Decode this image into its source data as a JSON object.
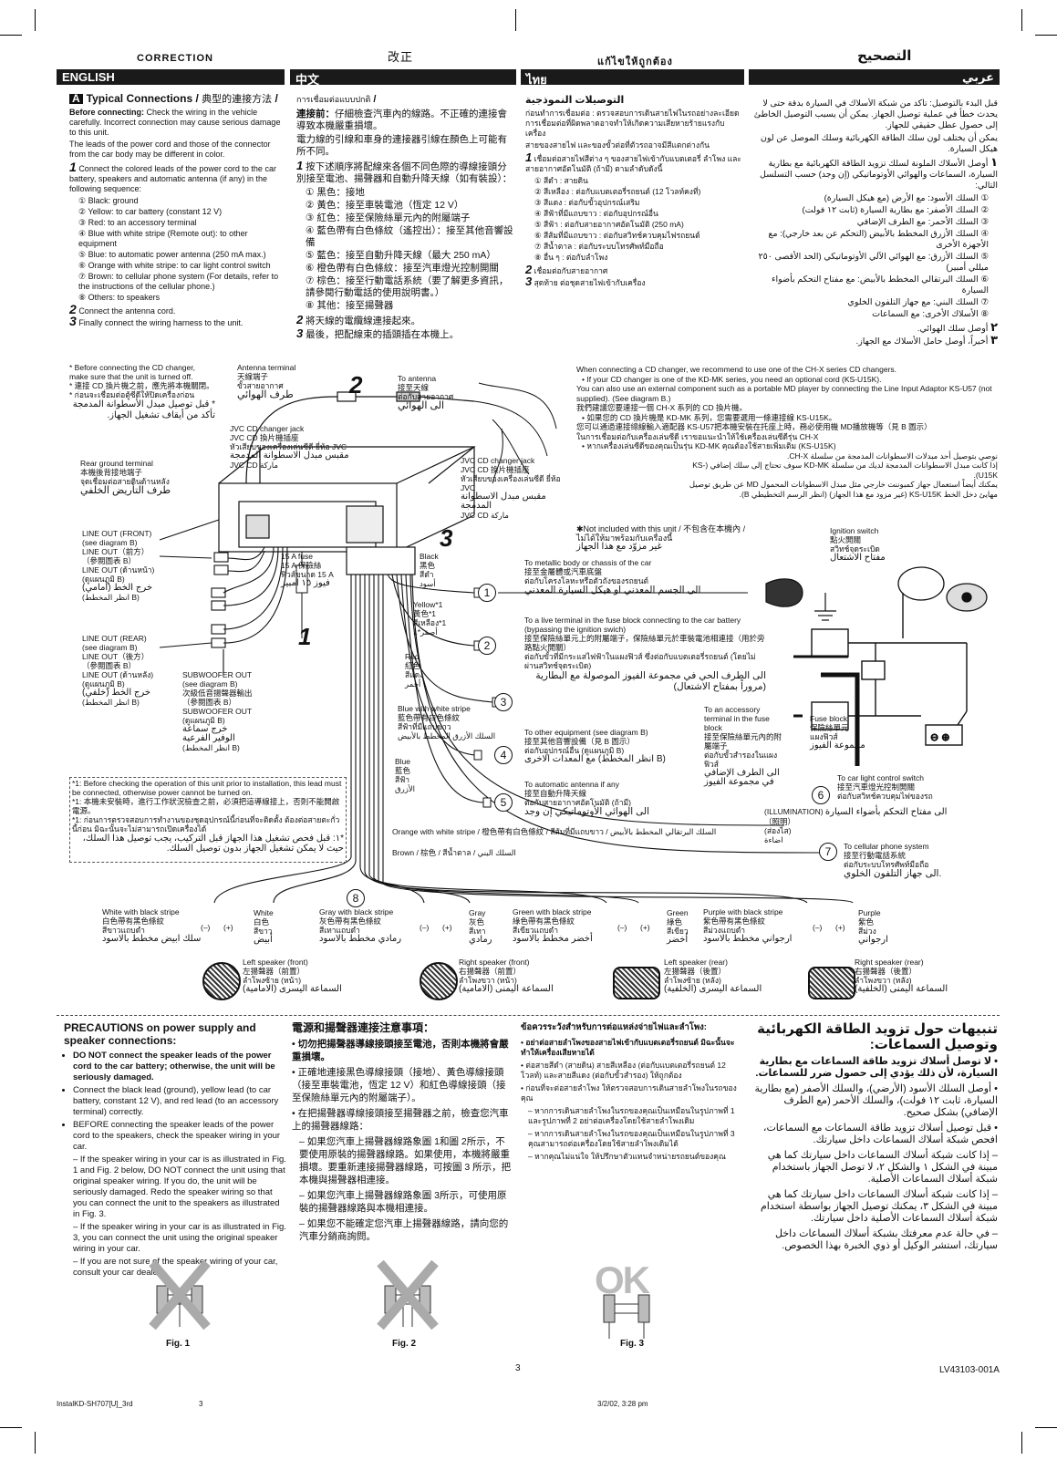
{
  "header": {
    "correction_en": "CORRECTION",
    "correction_zh": "改正",
    "correction_th": "แก้ไขให้ถูกต้อง",
    "correction_ar": "التصحيح"
  },
  "lang_tabs": [
    "ENGLISH",
    "中文",
    "ไทย",
    "عربي"
  ],
  "english": {
    "tag": "A",
    "title": "Typical Connections",
    "title_zh": "典型的連接方法",
    "title_th": "การเชื่อมต่อแบบปกติ",
    "title_ar": "التوصيلات النموذجية",
    "before_bold": "Before connecting:",
    "before_text": " Check the wiring in the vehicle carefully. Incorrect connection may cause serious damage to this unit.",
    "leads_text": "The leads of the power cord and those of the connector from the car body may be different in color.",
    "step1": "Connect the colored leads of the power cord to the car battery, speakers and automatic antenna (if any) in the following sequence:",
    "leads": [
      "① Black: ground",
      "② Yellow: to car battery (constant 12 V)",
      "③ Red: to an accessory terminal",
      "④ Blue with white stripe (Remote out): to other equipment",
      "⑤ Blue: to automatic power antenna (250 mA max.)",
      "⑥ Orange with white stripe: to car light control switch",
      "⑦ Brown: to cellular phone system (For details, refer to the instructions of the cellular phone.)",
      "⑧ Others: to speakers"
    ],
    "step2": "Connect the antenna cord.",
    "step3": "Finally connect the wiring harness to the unit."
  },
  "chinese": {
    "before_bold": "連接前：",
    "before_text": "仔細檢查汽車內的線路。不正確的連接會導致本機嚴重損壞。",
    "leads_text": "電力線的引線和車身的連接器引線在顏色上可能有所不同。",
    "step1": "按下述順序將配線來各個不同色際的導線接頭分別接至電池、揚聲器和自動升降天線（如有裝設）：",
    "leads": [
      "① 黑色：接地",
      "② 黃色：接至車裝電池（恆定 12 V）",
      "③ 紅色：接至保險絲單元內的附屬端子",
      "④ 藍色帶有白色條紋（遙控出）：接至其他音響設備",
      "⑤ 藍色：接至自動升降天線（最大 250 mA）",
      "⑥ 橙色帶有白色條紋：接至汽車燈光控制開關",
      "⑦ 棕色：接至行動電話系統（要了解更多資訊，請參閱行動電話的使用說明書。）",
      "⑧ 其他：接至揚聲器"
    ],
    "step2": "將天線的電纜線連接起來。",
    "step3": "最後，把配線束的插頭插在本機上。"
  },
  "thai": {
    "before": "ก่อนทำการเชื่อมต่อ : ตรวจสอบการเดินสายไฟในรถอย่างละเอียด การเชื่อมต่อที่ผิดพลาดอาจทำให้เกิดความเสียหายร้ายแรงกับเครื่อง",
    "leads_text": "สายของสายไฟ และของขั้วต่อที่ตัวรถอาจมีสีแตกต่างกัน",
    "step1": "เชื่อมต่อสายไฟสีต่าง ๆ ของสายไฟเข้ากับแบตเตอรี่ ลำโพง และสายอากาศอัตโนมัติ (ถ้ามี) ตามลำดับดังนี้",
    "leads": [
      "① สีดำ : สายดิน",
      "② สีเหลือง : ต่อกับแบตเตอรี่รถยนต์ (12 โวลท์คงที่)",
      "③ สีแดง : ต่อกับขั้วอุปกรณ์เสริม",
      "④ สีฟ้าที่มีแถบขาว : ต่อกับอุปกรณ์อื่น",
      "⑤ สีฟ้า : ต่อกับสายอากาศอัตโนมัติ (250 mA)",
      "⑥ สีส้มที่มีแถบขาว : ต่อกับสวิทช์ควบคุมไฟรถยนต์",
      "⑦ สีน้ำตาล : ต่อกับระบบโทรศัพท์มือถือ",
      "⑧ อื่น ๆ : ต่อกับลำโพง"
    ],
    "step2": "เชื่อมต่อกับสายอากาศ",
    "step3": "สุดท้าย ต่อชุดสายไฟเข้ากับเครื่อง"
  },
  "arabic": {
    "before": "قبل البدء بالتوصيل: تأكد من شبكة الأسلاك في السيارة بدقة حتى لا يحدث خطأ في عملية توصيل الجهاز. يمكن أن يسبب التوصيل الخاطئ إلى حصول عطل حقيقي للجهاز.",
    "leads_text": "يمكن أن يختلف لون سلك الطاقة الكهربائية وسلك الموصل عن لون هيكل السيارة.",
    "step1": "أوصل الأسلاك الملونة لسلك تزويد الطاقة الكهربائية مع بطارية السيارة، السماعات والهوائي الأوتوماتيكي (إن وجد) حسب التسلسل التالي:",
    "leads": [
      "① السلك الأسود: مع الأرض (مع هيكل السيارة)",
      "② السلك الأصفر: مع بطارية السيارة (ثابت ١٢ فولت)",
      "③ السلك الأحمر: مع الطرف الإضافي",
      "④ السلك الأزرق المخطط بالأبيض (التحكم عن بعد خارجي): مع الأجهزة الأخرى",
      "⑤ السلك الأزرق: مع الهوائي الآلي الأوتوماتيكي (الحد الأقصى ٢٥٠ ميللي أمبير)",
      "⑥ السلك البرتقالي المخطط بالأبيض: مع مفتاح التحكم بأضواء السيارة",
      "⑦ السلك البني: مع جهاز التلفون الخلوي",
      "⑧ الأسلاك الأخرى: مع السماعات"
    ],
    "step2": "أوصل سلك الهوائي.",
    "step3": "أخيراً، أوصل حامل الأسلاك مع الجهاز."
  },
  "cd_note": {
    "en": "* Before connecting the CD changer, make sure that the unit is turned off.",
    "zh": "* 連接 CD 換片機之前，應先將本機關閉。",
    "th": "* ก่อนจะเชื่อมต่อตู้ซีดีให้ปิดเครื่องก่อน",
    "ar": "* قبل توصيل مبدل الأسطوانة المدمجة تأكد من أيقاف تشغيل الجهاز."
  },
  "cd_changer_box": {
    "en1": "When connecting a CD changer, we recommend to use one of the CH-X series CD changers.",
    "en2": "• If your CD changer is one of the KD-MK series, you need an optional cord (KS-U15K).",
    "en3": "You can also use an external component such as a portable MD player by connecting the Line Input Adaptor KS-U57 (not supplied). (See diagram B.)",
    "zh1": "我們建議您要連接一個 CH-X 系列的 CD 換片機。",
    "zh2": "• 如果您的 CD 換片機是 KD-MK 系列，您需要選用一條連接線 KS-U15K。",
    "zh3": "您可以通過連接總線輸入適配器 KS-U57把本機安裝在托座上時，務必使用機 MD播放機等（見 B 圖示）",
    "th1": "ในการเชื่อมต่อกับเครื่องเล่นซีดี เราขอแนะนำให้ใช้เครื่องเล่นซีดีรุ่น CH-X",
    "th2": "• หากเครื่องเล่นซีดีของคุณเป็นรุ่น KD-MK คุณต้องใช้สายเพิ่มเติม (KS-U15K)",
    "ar1": "نوصي بتوصيل أحد مبدلات الاسطوانات المدمجة من سلسلة CH-X.",
    "ar2": "إذا كانت مبدل الاسطوانات المدمجة لديك من سلسلة KD-MK سوف تحتاج إلى سلك إضافي (KS-U15K).",
    "ar3": "يمكنك أيضاً استعمال جهاز كمبوننت خارجي مثل مبدل الاسطوانات المحمول MD عن طريق توصيل مهايئ دخل الخط KS-U15K (غير مزود مع هذا الجهاز) (انظر الرسم التخطيطي B)."
  },
  "not_included": {
    "en": "✱Not included with this unit",
    "zh": "不包含在本機內",
    "th": "ไม่ได้ให้มาพร้อมกับเครื่องนี้",
    "ar": "غير مزوّد مع هذا الجهاز"
  },
  "diagram": {
    "antenna_terminal": "Antenna terminal",
    "antenna_terminal_zh": "天線端子",
    "antenna_terminal_th": "ขั้วสายอากาศ",
    "antenna_terminal_ar": "طرف الهوائي",
    "to_antenna": "To antenna",
    "to_antenna_zh": "接至天線",
    "to_antenna_th": "ต่อกับสายอากาศ",
    "to_antenna_ar": "الى الهوائي",
    "cd_jack": "JVC CD changer jack",
    "cd_jack_zh": "JVC CD 換片機插座",
    "cd_jack_th": "หัวเสียบของเครื่องเล่นซีดี ยี่ห้อ JVC",
    "cd_jack_ar": "مقبس مبدل الاسطوانة المدمجة",
    "cd_jack_ar2": "JVC CD ماركة",
    "rear_ground": "Rear ground terminal",
    "rear_ground_zh": "本機後背接地端子",
    "rear_ground_th": "จุดเชื่อมต่อสายดินด้านหลัง",
    "rear_ground_ar": "طرف التأريض الخلفي",
    "line_out_front": "LINE OUT (FRONT)",
    "line_out_front_sub": "(see diagram B)",
    "line_out_front_zh": "LINE OUT（前方）",
    "line_out_front_zh2": "（參閱圖表 B）",
    "line_out_front_th": "LINE OUT (ด้านหน้า)",
    "line_out_front_th2": "(ดูแผนภูมิ B)",
    "line_out_front_ar": "خرج الخط (أمامي)",
    "line_out_front_ar2": "(انظر المخطط B)",
    "line_out_rear": "LINE OUT (REAR)",
    "line_out_rear_sub": "(see diagram B)",
    "line_out_rear_zh": "LINE OUT（後方）",
    "line_out_rear_zh2": "（參閱圖表 B）",
    "line_out_rear_th": "LINE OUT (ด้านหลัง)",
    "line_out_rear_th2": "(ดูแผนภูมิ B)",
    "line_out_rear_ar": "خرج الخط (خلفي)",
    "line_out_rear_ar2": "(انظر المخطط B)",
    "subwoofer": "SUBWOOFER OUT",
    "subwoofer_sub": "(see diagram B)",
    "subwoofer_zh": "次級低音揚聲器輸出",
    "subwoofer_zh2": "（參閱圖表 B）",
    "subwoofer_th": "SUBWOOFER OUT",
    "subwoofer_th2": "(ดูแผนภูมิ B)",
    "subwoofer_ar": "خرج سماعة",
    "subwoofer_ar2": "الوفير الفرعية",
    "subwoofer_ar3": "(انظر المخطط B)",
    "fuse": "15 A fuse",
    "fuse_zh": "15 A 保險絲",
    "fuse_th": "ฟิวส์ขนาด 15 A",
    "fuse_ar": "فيوز ١٥ امبير",
    "black": "Black",
    "black_zh": "黑色",
    "black_th": "สีดำ",
    "black_ar": "أسود",
    "yellow": "Yellow*1",
    "yellow_zh": "黃色*1",
    "yellow_th": "สีเหลือง*1",
    "yellow_ar": "أصفر*1",
    "red": "Red",
    "red_zh": "紅色",
    "red_th": "สีแดง",
    "red_ar": "أحمر",
    "bluewhite": "Blue with white stripe",
    "bluewhite_zh": "藍色帶有白色條紋",
    "bluewhite_th": "สีฟ้าที่มีแถบขาว",
    "bluewhite_ar": "السلك الأزرق المخطط بالأبيض",
    "blue": "Blue",
    "blue_zh": "藍色",
    "blue_th": "สีฟ้า",
    "blue_ar": "الأزرق",
    "orange": "Orange with white stripe / 橙色帶有白色條紋 / สีส้มที่มีแถบขาว / السلك البرتقالي المخطط بالأبيض",
    "brown": "Brown / 棕色 / สีน้ำตาล / السلك البني",
    "metal": "To metallic body or chassis of the car",
    "metal_zh": "接至金屬體或汽車底盤",
    "metal_th": "ต่อกับโครงโลหะหรือตัวถังของรถยนต์",
    "metal_ar": "الى الجسم المعدني او هيكل السيارة المعدني",
    "live": "To a live terminal in the fuse block connecting to the car battery (bypassing the ignition swich)",
    "live_zh": "接至保險絲單元上的附屬端子，保險絲單元於車裝電池相連接（用於旁路點火開關）",
    "live_th": "ต่อกับขั้วที่มีกระแสไฟฟ้าในแผงฟิวส์ ซึ่งต่อกับแบตเตอรี่รถยนต์ (โดยไม่ผ่านสวิทช์จุดระเบิด)",
    "live_ar": "الى الطرف الحي في مجموعة الفيوز الموصولة مع البطارية (مروراً بمفتاح الاشتعال)",
    "accessory": "To an accessory terminal in the fuse block",
    "accessory_zh": "接至保險絲單元內的附屬端子",
    "accessory_th": "ต่อกับขั้วสำรองในแผงฟิวส์",
    "accessory_ar": "الى الطرف الإضافي في مجموعة الفيوز",
    "other_eq": "To other equipment (see diagram B)",
    "other_eq_zh": "接至其他音響設備（見 B 圖示）",
    "other_eq_th": "ต่อกับอุปกรณ์อื่น (ดูแผนภูมิ B)",
    "other_eq_ar": "مع المعدات الاخرى (انظر المخطط B)",
    "auto_ant": "To automatic antenna if any",
    "auto_ant_zh": "接至自動升降天線",
    "auto_ant_th": "ต่อกับสายอากาศอัตโนมัติ (ถ้ามี)",
    "auto_ant_ar": "الى الهوائي الأوتوماتيكي إن وجد",
    "ignition": "Ignition switch",
    "ignition_zh": "點火開關",
    "ignition_th": "สวิทช์จุดระเบิด",
    "ignition_ar": "مفتاح الاشتعال",
    "fuse_block": "Fuse block",
    "fuse_block_zh": "保險絲單元",
    "fuse_block_th": "แผงฟิวส์",
    "fuse_block_ar": "مجموعة الفيوز",
    "light_switch": "To car light control switch",
    "light_switch_zh": "接至汽車燈光控制開關",
    "light_switch_th": "ต่อกับสวิทช์ควบคุมไฟของรถ",
    "illumination": "(ILLUMINATION)",
    "illumination_zh": "（照明）",
    "illumination_th": "(ส่องไส)",
    "illumination_ar": "اضاءة",
    "light_switch_ar": "الى مفتاح التحكم بأضواء السيارة",
    "cell": "To cellular phone system",
    "cell_zh": "接至行動電話系統",
    "cell_th": "ต่อกับระบบโทรศัพท์มือถือ",
    "cell_ar": "الى جهاز التلفون الخلوي.",
    "note1_en": "*1: Before checking the operation of this unit prior to installation, this lead must be connected, otherwise power cannot be turned on.",
    "note1_zh": "*1: 本機未安裝時，進行工作狀況檢查之前，必須把這導線接上，否則不能開啟電源。",
    "note1_th": "*1: ก่อนการตรวจสอบการทำงานของชุดอุปกรณ์นี้ก่อนที่จะติดตั้ง ต้องต่อสายตะกั่วนี้ก่อน มิฉะนั้นจะไม่สามารถเปิดเครื่องได้",
    "note1_ar": "*١: قبل فحص تشغيل هذا الجهاز قبل التركيب، يجب توصيل هذا السلك، حيث لا يمكن تشغيل الجهاز بدون توصيل السلك."
  },
  "speakers": [
    {
      "color": "White with black stripe",
      "zh": "白色帶有黑色條紋",
      "th": "สีขาวแถบดำ",
      "ar": "سلك ابيض مخطط بالاسود"
    },
    {
      "color": "White",
      "zh": "白色",
      "th": "สีขาว",
      "ar": "أبيض"
    },
    {
      "color": "Gray with black stripe",
      "zh": "灰色帶有黑色條紋",
      "th": "สีเทาแถบดำ",
      "ar": "رمادي مخطط بالاسود"
    },
    {
      "color": "Gray",
      "zh": "灰色",
      "th": "สีเทา",
      "ar": "رمادي"
    },
    {
      "color": "Green with black stripe",
      "zh": "綠色帶有黑色條紋",
      "th": "สีเขียวแถบดำ",
      "ar": "أخضر مخطط بالاسود"
    },
    {
      "color": "Green",
      "zh": "綠色",
      "th": "สีเขียว",
      "ar": "أخضر"
    },
    {
      "color": "Purple with black stripe",
      "zh": "紫色帶有黑色條紋",
      "th": "สีม่วงแถบดำ",
      "ar": "ارجواني مخطط بالاسود"
    },
    {
      "color": "Purple",
      "zh": "紫色",
      "th": "สีม่วง",
      "ar": "ارجواني"
    }
  ],
  "speaker_pos": [
    {
      "en": "Left speaker (front)",
      "zh": "左揚聲器（前置）",
      "th": "ลำโพงซ้าย (หน้า)",
      "ar": "السماعة اليسرى (الامامية)"
    },
    {
      "en": "Right speaker (front)",
      "zh": "右揚聲器（前置）",
      "th": "ลำโพงขวา (หน้า)",
      "ar": "السماعة اليمنى (الامامية)"
    },
    {
      "en": "Left speaker (rear)",
      "zh": "左揚聲器（後置）",
      "th": "ลำโพงซ้าย (หลัง)",
      "ar": "السماعة اليسرى (الخلفية)"
    },
    {
      "en": "Right speaker (rear)",
      "zh": "右揚聲器（後置）",
      "th": "ลำโพงขวา (หลัง)",
      "ar": "السماعة اليمنى (الخلفية)"
    }
  ],
  "polarity": {
    "minus": "(–)",
    "plus": "(+)"
  },
  "big_nums": {
    "n1": "1",
    "n2": "2",
    "n3": "3"
  },
  "circles": [
    "1",
    "2",
    "3",
    "4",
    "5",
    "6",
    "7",
    "8"
  ],
  "precautions": {
    "title": "PRECAUTIONS on power supply and speaker connections:",
    "items": [
      "DO NOT connect the speaker leads of the power cord to the car battery; otherwise, the unit will be seriously damaged.",
      "Connect the black lead (ground), yellow lead (to car battery, constant 12 V), and red lead (to an accessory terminal) correctly.",
      "BEFORE connecting the speaker leads of the power cord to the speakers, check the speaker wiring in your car.",
      "– If the speaker wiring in your car is as illustrated in Fig. 1 and Fig. 2 below, DO NOT connect the unit using that original speaker wiring. If you do, the unit will be seriously damaged. Redo the speaker wiring so that you can connect the unit to the speakers as illustrated in Fig. 3.",
      "– If the speaker wiring in your car is as illustrated in Fig. 3, you can connect the unit using the original speaker wiring in your car.",
      "– If you are not sure of the speaker wiring of your car, consult your car dealer."
    ],
    "zh_title": "電源和揚聲器連接注意事項：",
    "zh_items": [
      "• 切勿把揚聲器導線接頭接至電池，否則本機將會嚴重損壞。",
      "• 正確地連接黑色導線接頭（接地）、黃色導線接頭（接至車裝電池，恆定 12 V）和紅色導線接頭（接至保險絲單元內的附屬端子）。",
      "• 在把揚聲器導線接頭接至揚聲器之前，檢查您汽車上的揚聲器線路：",
      "– 如果您汽車上揚聲器線路象圖 1和圖 2所示，不要使用原裝的揚聲器線路。如果使用，本機將嚴重損壞。要重新連接揚聲器線路，可按圖 3 所示，把本機與揚聲器相連接。",
      "– 如果您汽車上揚聲器線路象圖 3所示，可使用原裝的揚聲器線路與本機相連接。",
      "– 如果您不能確定您汽車上揚聲器線路，請向您的汽車分銷商詢問。"
    ],
    "th_title": "ข้อควรระวังสำหรับการต่อแหล่งจ่ายไฟและลำโพง:",
    "th_items": [
      "• อย่าต่อสายลำโพงของสายไฟเข้ากับแบตเตอรี่รถยนต์ มิฉะนั้นจะทำให้เครื่องเสียหายได้",
      "• ต่อสายสีดำ (สายดิน) สายสีเหลือง (ต่อกับแบตเตอรี่รถยนต์ 12 โวลท์) และสายสีแดง (ต่อกับขั้วสำรอง) ให้ถูกต้อง",
      "• ก่อนที่จะต่อสายลำโพง ให้ตรวจสอบการเดินสายลำโพงในรถของคุณ",
      "– หากการเดินสายลำโพงในรถของคุณเป็นเหมือนในรูปภาพที่ 1 และรูปภาพที่ 2 อย่าต่อเครื่องโดยใช้สายลำโพงเดิม",
      "– หากการเดินสายลำโพงในรถของคุณเป็นเหมือนในรูปภาพที่ 3 คุณสามารถต่อเครื่องโดยใช้สายลำโพงเดิมได้",
      "– หากคุณไม่แน่ใจ ให้ปรึกษาตัวแทนจำหน่ายรถยนต์ของคุณ"
    ],
    "ar_title": "تنبيهات حول تزويد الطاقة الكهربائية وتوصيل السماعات:",
    "ar_items": [
      "• لا توصل أسلاك تزويد طاقة السماعات مع بطارية السيارة، لأن ذلك يؤدي إلى حصول ضرر للسماعات.",
      "• أوصل السلك الأسود (الأرضي)، والسلك الأصفر (مع بطارية السيارة، ثابت ١٢ فولت)، والسلك الأحمر (مع الطرف الإضافي) بشكل صحيح.",
      "• قبل توصيل أسلاك تزويد طاقة السماعات مع السماعات، افحص شبكة أسلاك السماعات داخل سيارتك.",
      "– إذا كانت شبكة أسلاك السماعات داخل سيارتك كما هي مبينة في الشكل ١ والشكل ٢، لا توصل الجهاز باستخدام شبكة أسلاك السماعات الأصلية.",
      "– إذا كانت شبكة أسلاك السماعات داخل سيارتك كما هي مبينة في الشكل ٣، يمكنك توصيل الجهاز بواسطة استخدام شبكة أسلاك السماعات الأصلية داخل سيارتك.",
      "– في حالة عدم معرفتك بشبكة أسلاك السماعات داخل سيارتك، استشر الوكيل أو ذوي الخبرة بهذا الخصوص."
    ]
  },
  "figs": {
    "fig1": "Fig. 1",
    "fig2": "Fig. 2",
    "fig3": "Fig. 3",
    "ok": "OK"
  },
  "footer": {
    "page": "3",
    "code": "LV43103-001A",
    "file": "InstalKD-SH707[U]_3rd",
    "file_page": "3",
    "date": "3/2/02, 3:28 pm"
  }
}
